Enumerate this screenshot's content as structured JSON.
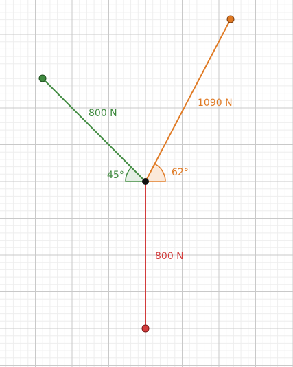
{
  "colors": {
    "green": "#3f8a3f",
    "orange": "#e07a24",
    "red": "#d23c3c",
    "black": "#111111",
    "grid_major": "#c9c9c9",
    "grid_minor": "#eeeeee"
  },
  "forces": {
    "green": {
      "magnitude_label": "800 N"
    },
    "orange": {
      "magnitude_label": "1090 N"
    },
    "red": {
      "magnitude_label": "800 N"
    }
  },
  "angles": {
    "green": {
      "label": "45°"
    },
    "orange": {
      "label": "62°"
    }
  }
}
